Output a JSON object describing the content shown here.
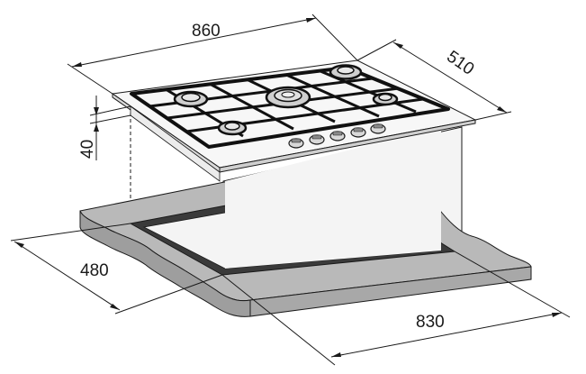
{
  "dimensions": {
    "width": "860",
    "depth": "510",
    "height": "40",
    "cutout_depth": "480",
    "cutout_width": "830"
  },
  "colors": {
    "line": "#1a1a1a",
    "countertop_top": "#b9b9b9",
    "countertop_edge": "#9e9e9e",
    "cutout_rim": "#3a3a3a",
    "cabinet": "#f4f4f4",
    "glass": "#f7f7f7",
    "grate": "#111111"
  }
}
